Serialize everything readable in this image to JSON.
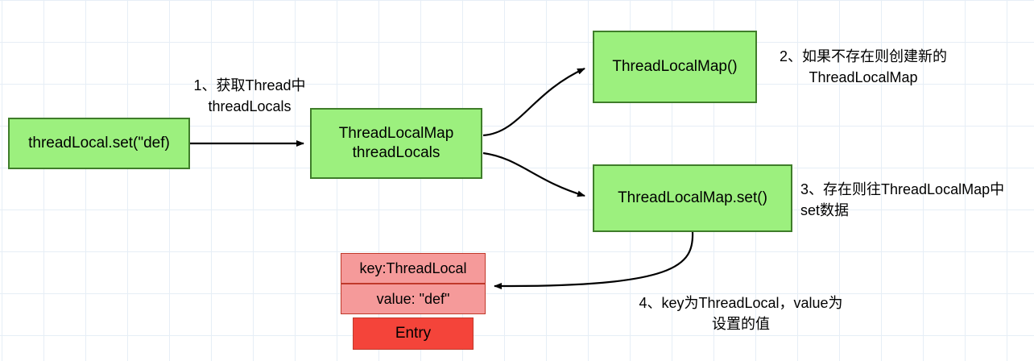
{
  "diagram": {
    "title": "ThreadLocal set flow",
    "colors": {
      "green_fill": "#9cf07e",
      "green_stroke": "#3f7d2a",
      "pink_fill": "#f59a9a",
      "red_fill": "#f4443a",
      "red_stroke": "#c0392b",
      "grid": "#e6eef6",
      "edge": "#000000"
    },
    "nodes": [
      {
        "id": "threadlocal-set",
        "lines": [
          "threadLocal.set(\"def)"
        ]
      },
      {
        "id": "threadlocalmap-threadlocals",
        "lines": [
          "ThreadLocalMap",
          "threadLocals"
        ]
      },
      {
        "id": "threadlocalmap-ctor",
        "lines": [
          "ThreadLocalMap()"
        ]
      },
      {
        "id": "threadlocalmap-set",
        "lines": [
          "ThreadLocalMap.set()"
        ]
      },
      {
        "id": "entry-key",
        "lines": [
          "key:ThreadLocal"
        ]
      },
      {
        "id": "entry-value",
        "lines": [
          "value: \"def\""
        ]
      },
      {
        "id": "entry-footer",
        "lines": [
          "Entry"
        ]
      }
    ],
    "labels": [
      {
        "id": "step-1",
        "text": "1、获取Thread中\nthreadLocals"
      },
      {
        "id": "step-2",
        "text": "2、如果不存在则创建新的\nThreadLocalMap"
      },
      {
        "id": "step-3",
        "text": "3、存在则往ThreadLocalMap中\nset数据"
      },
      {
        "id": "step-4",
        "text": "4、key为ThreadLocal，value为\n设置的值"
      }
    ]
  }
}
